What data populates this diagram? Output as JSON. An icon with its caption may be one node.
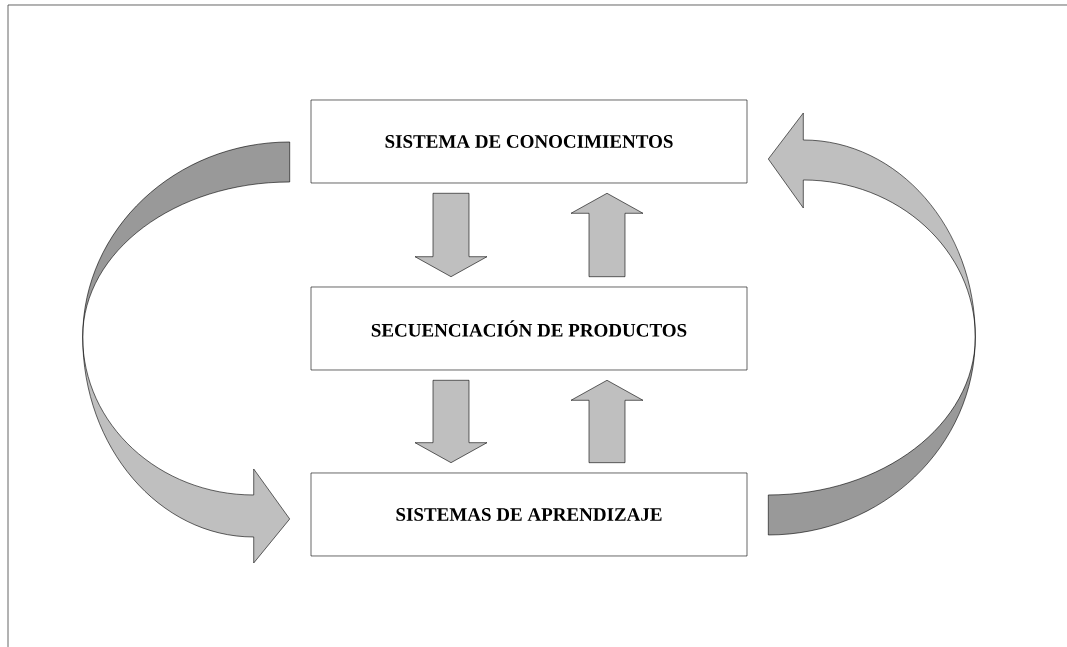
{
  "diagram": {
    "nodes": [
      {
        "text": [
          "SISTEMA DE CONOCIMIENTOS"
        ]
      },
      {
        "text": [
          "SECUENCIACIÓN DE PRODUCTOS"
        ]
      },
      {
        "text": [
          "SISTEMAS DE APRENDIZAJE"
        ]
      }
    ],
    "edges": [
      {
        "from": 0,
        "to": 1,
        "arrow": "to"
      },
      {
        "from": 1,
        "to": 0,
        "arrow": "to"
      },
      {
        "from": 1,
        "to": 2,
        "arrow": "to"
      },
      {
        "from": 2,
        "to": 1,
        "arrow": "to"
      },
      {
        "from": 0,
        "to": 2,
        "arrow": "to"
      },
      {
        "from": 2,
        "to": 0,
        "arrow": "to"
      }
    ]
  }
}
